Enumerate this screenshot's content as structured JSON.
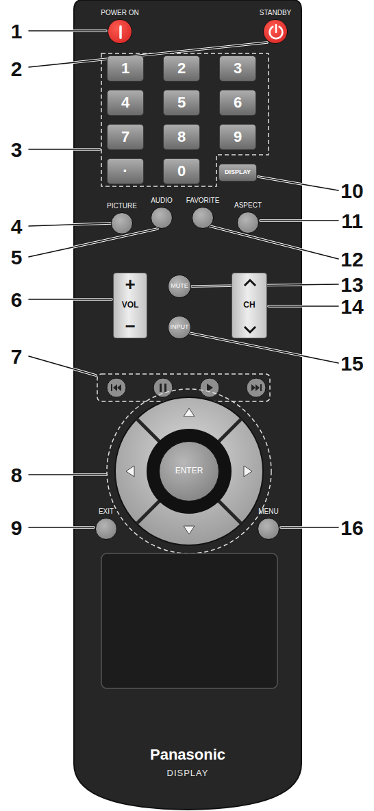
{
  "diagram": {
    "nodes": [
      {
        "text": [
          "Panasonic",
          "DISPLAY"
        ]
      },
      {
        "text": [
          "POWER ON"
        ],
        "in": 0
      },
      {
        "text": [
          "STANDBY"
        ],
        "in": 0
      },
      {
        "text": [
          "1"
        ],
        "in": 0
      },
      {
        "text": [
          "2"
        ],
        "in": 0
      },
      {
        "text": [
          "3"
        ],
        "in": 0
      },
      {
        "text": [
          "4"
        ],
        "in": 0
      },
      {
        "text": [
          "5"
        ],
        "in": 0
      },
      {
        "text": [
          "6"
        ],
        "in": 0
      },
      {
        "text": [
          "7"
        ],
        "in": 0
      },
      {
        "text": [
          "8"
        ],
        "in": 0
      },
      {
        "text": [
          "9"
        ],
        "in": 0
      },
      {
        "text": [
          "·"
        ],
        "in": 0
      },
      {
        "text": [
          "0"
        ],
        "in": 0
      },
      {
        "text": [
          "DISPLAY"
        ],
        "in": 0
      },
      {
        "text": [
          "PICTURE"
        ],
        "in": 0
      },
      {
        "text": [
          "AUDIO"
        ],
        "in": 0
      },
      {
        "text": [
          "FAVORITE"
        ],
        "in": 0
      },
      {
        "text": [
          "ASPECT"
        ],
        "in": 0
      },
      {
        "text": [
          "+",
          "VOL",
          "−"
        ],
        "in": 0
      },
      {
        "text": [
          "MUTE"
        ],
        "in": 0
      },
      {
        "text": [
          "CH"
        ],
        "in": 0
      },
      {
        "text": [
          "INPUT"
        ],
        "in": 0
      },
      {
        "text": [
          "ENTER"
        ],
        "in": 0
      },
      {
        "text": [
          "EXIT"
        ],
        "in": 0
      },
      {
        "text": [
          "MENU"
        ],
        "in": 0
      }
    ],
    "labels": [
      "1",
      "2",
      "3",
      "4",
      "5",
      "6",
      "7",
      "8",
      "9",
      "10",
      "11",
      "12",
      "13",
      "14",
      "15",
      "16"
    ]
  }
}
